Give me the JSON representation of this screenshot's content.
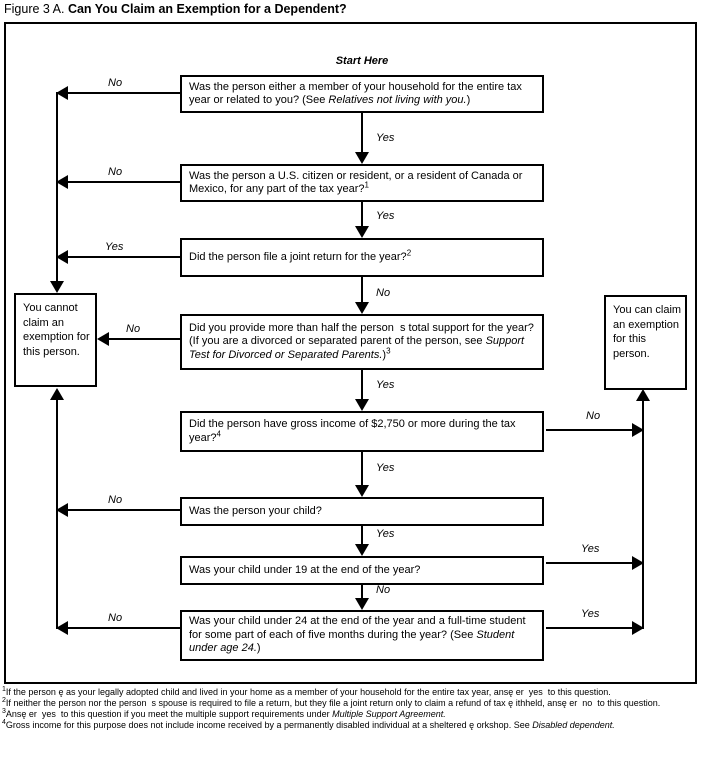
{
  "title": {
    "prefix": "Figure 3 A. ",
    "heading": "Can You Claim an Exemption for a Dependent?"
  },
  "start_label": "Start Here",
  "questions": [
    {
      "before": "Was the person either a member of your household for the entire tax year or related to you? (See ",
      "italic": "Relatives not living with you.",
      "after": ")",
      "sup": ""
    },
    {
      "before": "Was the person a U.S. citizen or resident, or a resident of Canada or Mexico, for any part of the tax year?",
      "italic": "",
      "after": "",
      "sup": "1"
    },
    {
      "before": "Did the person file a joint return for the year?",
      "italic": "",
      "after": "",
      "sup": "2"
    },
    {
      "before": "Did you provide more than half the person  s total support for the year? (If you are a divorced or separated parent of the person, see ",
      "italic": "Support Test for Divorced or Separated Parents.",
      "after": ")",
      "sup": "3"
    },
    {
      "before": "Did the person have gross income of $2,750 or more during the tax year?",
      "italic": "",
      "after": "",
      "sup": "4"
    },
    {
      "before": "Was the person your child?",
      "italic": "",
      "after": "",
      "sup": ""
    },
    {
      "before": "Was your child under 19 at the end of the year?",
      "italic": "",
      "after": "",
      "sup": ""
    },
    {
      "before": "Was your child under 24 at the end of the year and a full-time student for some part of each of five months during the year? (See ",
      "italic": "Student under age 24.",
      "after": ")",
      "sup": ""
    }
  ],
  "results": {
    "cannot": "You cannot claim an exemption for this person.",
    "can": "You can claim an exemption for this person."
  },
  "edges": {
    "q1_no": "No",
    "q1_yes": "Yes",
    "q2_no": "No",
    "q2_yes": "Yes",
    "q3_yes": "Yes",
    "q3_no": "No",
    "q4_no": "No",
    "q4_yes": "Yes",
    "q5_no": "No",
    "q5_yes": "Yes",
    "q6_no": "No",
    "q6_yes": "Yes",
    "q7_yes": "Yes",
    "q7_no": "No",
    "q8_no": "No",
    "q8_yes": "Yes"
  },
  "footnotes": [
    {
      "sup": "1",
      "before": "If the person ę as your legally adopted child and lived in your home as a member of your household for the entire tax year, ansę er  yes  to this question.",
      "italic": "",
      "after": ""
    },
    {
      "sup": "2",
      "before": "If neither the person nor the person  s spouse is required to file a return, but they file a joint return only to claim a refund of tax ę ithheld, ansę er  no  to this question.",
      "italic": "",
      "after": ""
    },
    {
      "sup": "3",
      "before": "Ansę er  yes  to this question if you meet the multiple support requirements under ",
      "italic": "Multiple Support Agreement.",
      "after": ""
    },
    {
      "sup": "4",
      "before": "Gross income for this purpose does not include income received by a permanently disabled individual at a sheltered ę orkshop. See ",
      "italic": "Disabled dependent.",
      "after": ""
    }
  ]
}
